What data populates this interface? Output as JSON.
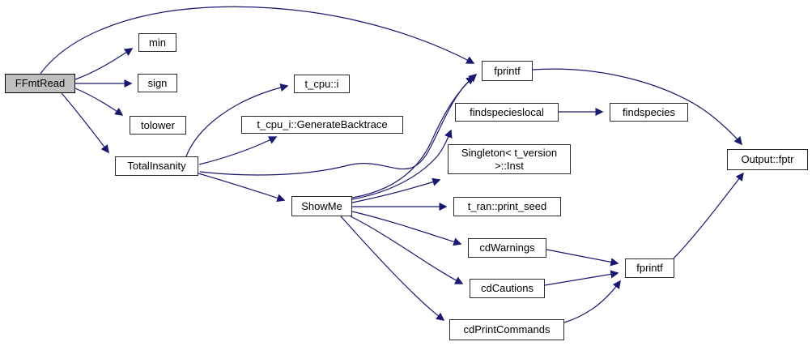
{
  "diagram": {
    "type": "call-graph",
    "background_color": "#ffffff",
    "edge_color": "#191970",
    "node_fill": "#ffffff",
    "node_border_color": "#2a2a2a",
    "highlighted_node_fill": "#bfbfbf",
    "nodes": {
      "ffmtread": {
        "label": "FFmtRead",
        "highlighted": true
      },
      "min": {
        "label": "min"
      },
      "sign": {
        "label": "sign"
      },
      "tolower": {
        "label": "tolower"
      },
      "totalinsanity": {
        "label": "TotalInsanity"
      },
      "t_cpu_i": {
        "label": "t_cpu::i"
      },
      "generatebacktrace": {
        "label": "t_cpu_i::GenerateBacktrace"
      },
      "showme": {
        "label": "ShowMe"
      },
      "fprintf_top": {
        "label": "fprintf"
      },
      "findspecieslocal": {
        "label": "findspecieslocal"
      },
      "findspecies": {
        "label": "findspecies"
      },
      "singleton": {
        "label": "Singleton< t_version",
        "label2": ">::Inst"
      },
      "print_seed": {
        "label": "t_ran::print_seed"
      },
      "cdwarnings": {
        "label": "cdWarnings"
      },
      "cdcautions": {
        "label": "cdCautions"
      },
      "cdprintcommands": {
        "label": "cdPrintCommands"
      },
      "fprintf_bottom": {
        "label": "fprintf"
      },
      "output_fptr": {
        "label": "Output::fptr"
      }
    },
    "edges": [
      {
        "from": "FFmtRead",
        "to": "min"
      },
      {
        "from": "FFmtRead",
        "to": "sign"
      },
      {
        "from": "FFmtRead",
        "to": "tolower"
      },
      {
        "from": "FFmtRead",
        "to": "TotalInsanity"
      },
      {
        "from": "FFmtRead",
        "to": "fprintf"
      },
      {
        "from": "TotalInsanity",
        "to": "t_cpu::i"
      },
      {
        "from": "TotalInsanity",
        "to": "t_cpu_i::GenerateBacktrace"
      },
      {
        "from": "TotalInsanity",
        "to": "ShowMe"
      },
      {
        "from": "TotalInsanity",
        "to": "fprintf"
      },
      {
        "from": "ShowMe",
        "to": "fprintf"
      },
      {
        "from": "ShowMe",
        "to": "findspecieslocal"
      },
      {
        "from": "ShowMe",
        "to": "Singleton< t_version >::Inst"
      },
      {
        "from": "ShowMe",
        "to": "t_ran::print_seed"
      },
      {
        "from": "ShowMe",
        "to": "cdWarnings"
      },
      {
        "from": "ShowMe",
        "to": "cdCautions"
      },
      {
        "from": "ShowMe",
        "to": "cdPrintCommands"
      },
      {
        "from": "findspecieslocal",
        "to": "findspecies"
      },
      {
        "from": "fprintf",
        "to": "Output::fptr"
      },
      {
        "from": "cdWarnings",
        "to": "fprintf(2)"
      },
      {
        "from": "cdCautions",
        "to": "fprintf(2)"
      },
      {
        "from": "cdPrintCommands",
        "to": "fprintf(2)"
      },
      {
        "from": "fprintf(2)",
        "to": "Output::fptr"
      }
    ]
  }
}
